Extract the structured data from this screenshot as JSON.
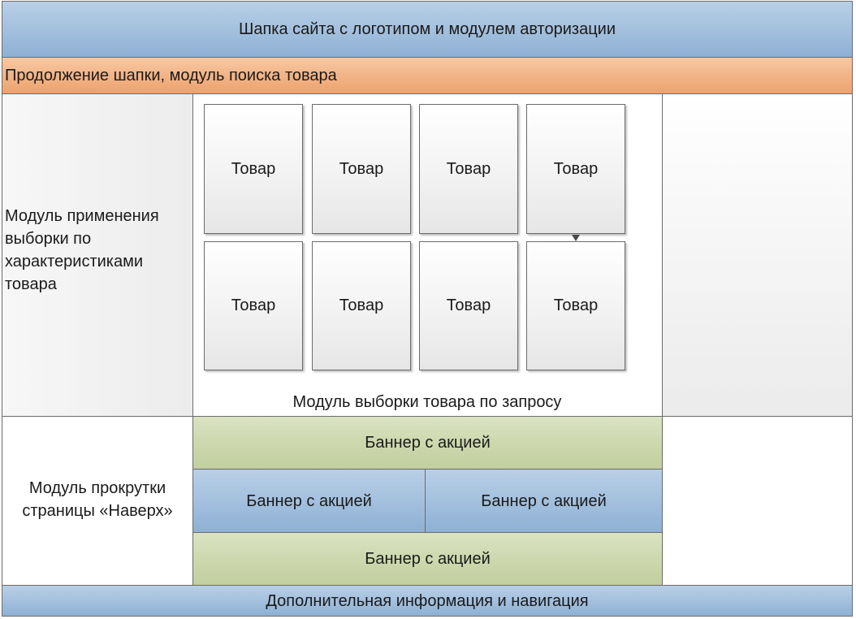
{
  "header": {
    "label": "Шапка сайта с логотипом и модулем авторизации"
  },
  "subheader": {
    "label": "Продолжение шапки, модуль поиска товара"
  },
  "filter_module": {
    "label": "Модуль применения выборки по характеристиками товара"
  },
  "catalog": {
    "caption": "Модуль выборки товара по запросу",
    "products": [
      "Товар",
      "Товар",
      "Товар",
      "Товар",
      "Товар",
      "Товар",
      "Товар",
      "Товар"
    ]
  },
  "scroll_module": {
    "label": "Модуль прокрутки страницы «Наверх»"
  },
  "banners": [
    "Баннер с акцией",
    "Баннер с акцией",
    "Баннер с акцией",
    "Баннер с акцией"
  ],
  "footer": {
    "label": "Дополнительная информация и навигация"
  },
  "colors": {
    "header_blue": "#a6c2df",
    "search_orange": "#f2b487",
    "banner_green": "#cdd8ae",
    "border": "#6b6b6b"
  }
}
